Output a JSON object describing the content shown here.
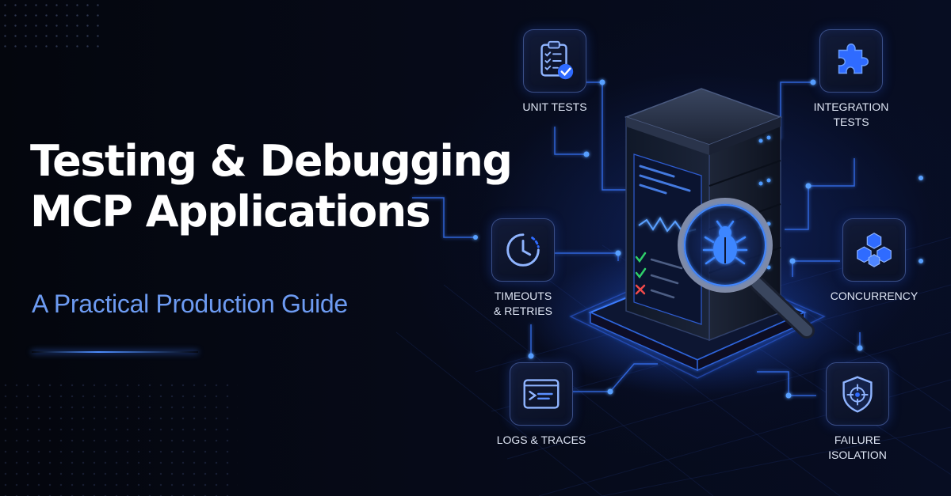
{
  "header": {
    "title_line1": "Testing & Debugging",
    "title_line2": "MCP Applications",
    "subtitle": "A Practical Production Guide"
  },
  "colors": {
    "background": "#05070f",
    "accent": "#4d8dff",
    "subtitle": "#6d9bf2",
    "success": "#2fcf6a",
    "error": "#f04a4a"
  },
  "features": [
    {
      "id": "unit-tests",
      "icon": "clipboard-check-icon",
      "lines": [
        "UNIT TESTS"
      ]
    },
    {
      "id": "integration-tests",
      "icon": "puzzle-piece-icon",
      "lines": [
        "INTEGRATION",
        "TESTS"
      ]
    },
    {
      "id": "timeouts-retries",
      "icon": "clock-icon",
      "lines": [
        "TIMEOUTS",
        "& RETRIES"
      ]
    },
    {
      "id": "concurrency",
      "icon": "cubes-icon",
      "lines": [
        "CONCURRENCY"
      ]
    },
    {
      "id": "logs-traces",
      "icon": "terminal-icon",
      "lines": [
        "LOGS & TRACES"
      ]
    },
    {
      "id": "failure-isolation",
      "icon": "shield-target-icon",
      "lines": [
        "FAILURE",
        "ISOLATION"
      ]
    }
  ],
  "illustration": {
    "server": "server-tower-icon",
    "magnifier": "magnifier-icon",
    "bug": "bug-icon",
    "status_marks": [
      "check-icon",
      "check-icon",
      "cross-icon"
    ]
  }
}
